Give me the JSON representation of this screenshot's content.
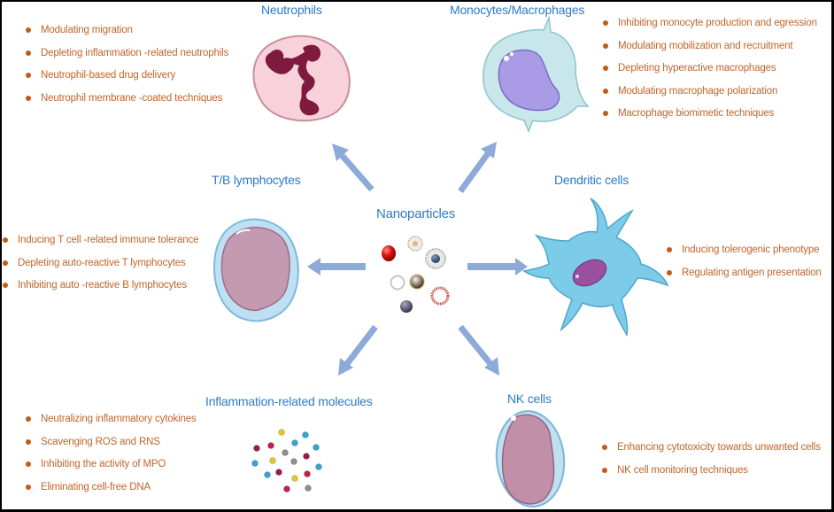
{
  "center": {
    "label": "Nanoparticles"
  },
  "groups": {
    "neutrophils": {
      "title": "Neutrophils",
      "items": [
        "Modulating migration",
        "Depleting inflammation -related neutrophils",
        "Neutrophil-based drug delivery",
        "Neutrophil membrane -coated techniques"
      ]
    },
    "monocytes": {
      "title": "Monocytes/Macrophages",
      "items": [
        "Inhibiting monocyte production and egression",
        "Modulating mobilization and recruitment",
        "Depleting hyperactive macrophages",
        "Modulating macrophage polarization",
        "Macrophage biomimetic techniques"
      ]
    },
    "lymphocytes": {
      "title": "T/B lymphocytes",
      "items": [
        "Inducing T cell -related immune tolerance",
        "Depleting auto-reactive T lymphocytes",
        "Inhibiting auto -reactive B lymphocytes"
      ]
    },
    "dendritic": {
      "title": "Dendritic cells",
      "items": [
        "Inducing tolerogenic phenotype",
        "Regulating antigen presentation"
      ]
    },
    "molecules": {
      "title": "Inflammation-related molecules",
      "items": [
        "Neutralizing inflammatory cytokines",
        "Scavenging ROS and RNS",
        "Inhibiting the activity of MPO",
        "Eliminating cell-free DNA"
      ]
    },
    "nk": {
      "title": "NK cells",
      "items": [
        "Enhancing cytotoxicity towards unwanted cells",
        "NK cell monitoring techniques"
      ]
    }
  },
  "colors": {
    "title": "#2e7bc4",
    "bullet_text": "#c0652a",
    "bullet_dot": "#c35a16",
    "arrow": "#8eaadb"
  }
}
